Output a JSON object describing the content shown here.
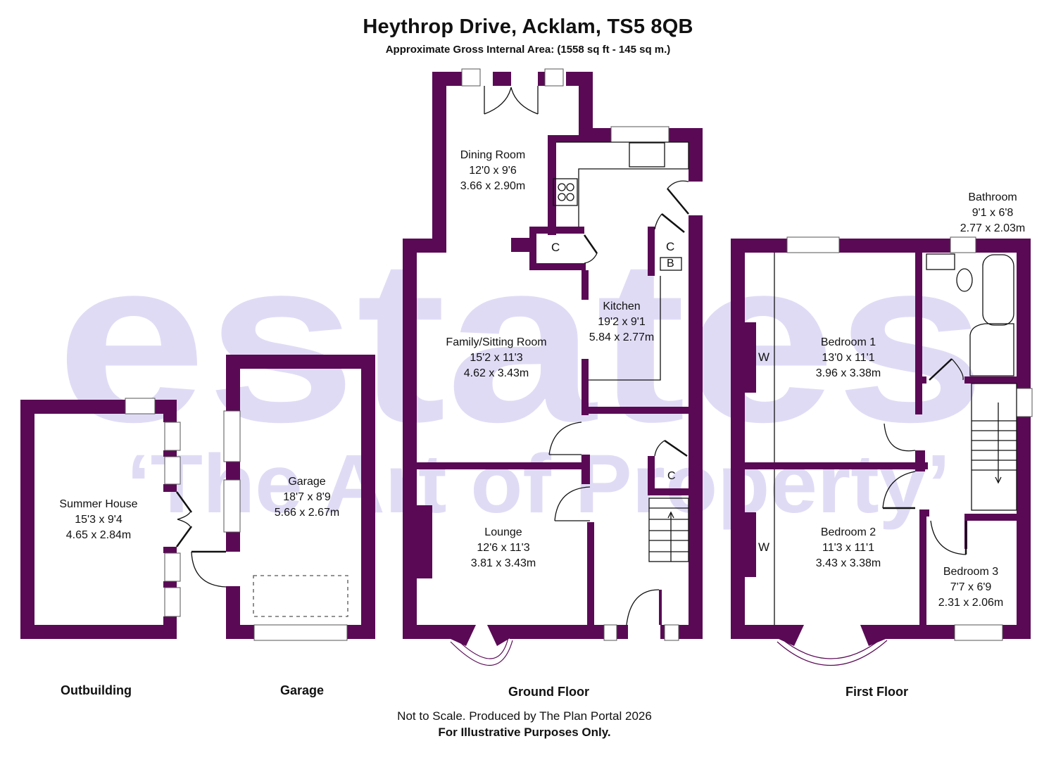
{
  "header": {
    "title": "Heythrop Drive, Acklam, TS5 8QB",
    "subtitle": "Approximate Gross Internal Area: (1558 sq ft - 145 sq m.)"
  },
  "watermark": {
    "line1": "estates",
    "line2": "‘The Art of Property’",
    "color": "#e0dbf5"
  },
  "colors": {
    "wall": "#5a0a55",
    "background": "#ffffff",
    "text": "#111111"
  },
  "floors": {
    "outbuilding": {
      "label": "Outbuilding",
      "rooms": [
        {
          "name": "Summer House",
          "imperial": "15'3 x 9'4",
          "metric": "4.65 x 2.84m"
        }
      ]
    },
    "garage": {
      "label": "Garage",
      "rooms": [
        {
          "name": "Garage",
          "imperial": "18'7 x 8'9",
          "metric": "5.66 x 2.67m"
        }
      ]
    },
    "ground_floor": {
      "label": "Ground Floor",
      "rooms": [
        {
          "name": "Dining Room",
          "imperial": "12'0 x 9'6",
          "metric": "3.66 x 2.90m"
        },
        {
          "name": "Family/Sitting Room",
          "imperial": "15'2 x 11'3",
          "metric": "4.62 x 3.43m"
        },
        {
          "name": "Kitchen",
          "imperial": "19'2 x 9'1",
          "metric": "5.84 x 2.77m"
        },
        {
          "name": "Lounge",
          "imperial": "12'6 x 11'3",
          "metric": "3.81 x 3.43m"
        }
      ],
      "tags": [
        "C",
        "C",
        "B",
        "C"
      ]
    },
    "first_floor": {
      "label": "First Floor",
      "rooms": [
        {
          "name": "Bathroom",
          "imperial": "9'1 x 6'8",
          "metric": "2.77 x 2.03m"
        },
        {
          "name": "Bedroom 1",
          "imperial": "13'0 x 11'1",
          "metric": "3.96 x 3.38m"
        },
        {
          "name": "Bedroom 2",
          "imperial": "11'3 x 11'1",
          "metric": "3.43 x 3.38m"
        },
        {
          "name": "Bedroom 3",
          "imperial": "7'7 x 6'9",
          "metric": "2.31 x 2.06m"
        }
      ],
      "tags": [
        "W",
        "W"
      ]
    }
  },
  "footer": {
    "line1": "Not to Scale. Produced by The Plan Portal 2026",
    "line2": "For Illustrative Purposes Only."
  }
}
